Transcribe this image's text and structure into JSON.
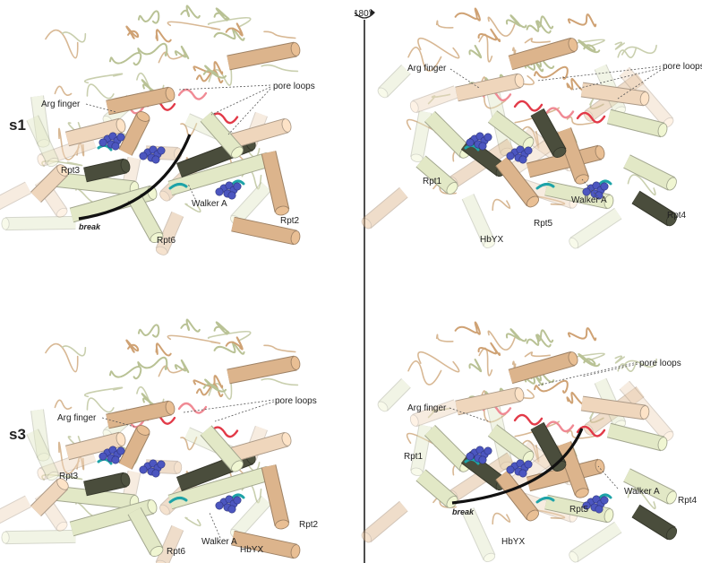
{
  "rotation_label": "180°",
  "states": [
    "s1",
    "s3"
  ],
  "labels": {
    "arg_finger": "Arg finger",
    "pore_loops": "pore loops",
    "walker_a": "Walker A",
    "break": "break",
    "hbyx": "HbYX",
    "rpt1": "Rpt1",
    "rpt2": "Rpt2",
    "rpt3": "Rpt3",
    "rpt4": "Rpt4",
    "rpt5": "Rpt5",
    "rpt6": "Rpt6"
  },
  "colors": {
    "pale_green": "#e2e8c6",
    "dark_olive": "#4a4d3c",
    "tan": "#dcb48c",
    "light_tan": "#efd6bc",
    "pink": "#f08a94",
    "red": "#e23a48",
    "cyan": "#1ea3a8",
    "nucleotide_blue": "#4c56c0",
    "line": "#222222"
  }
}
